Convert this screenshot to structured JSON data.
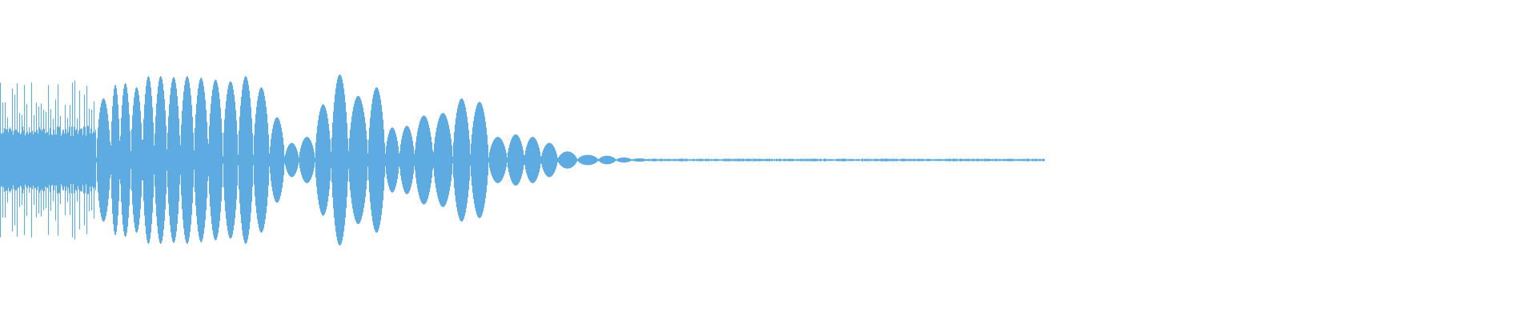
{
  "waveform": {
    "color": "#5dabe1",
    "background": "#ffffff",
    "duration": 1568,
    "dense_section_end": 98,
    "dense_peak": 0.95,
    "tail_end": 1065,
    "tail_amp": 0.012,
    "lobes": [
      {
        "t": 108,
        "amp": 0.72
      },
      {
        "t": 117,
        "amp": 0.88
      },
      {
        "t": 127,
        "amp": 0.9
      },
      {
        "t": 139,
        "amp": 0.85
      },
      {
        "t": 151,
        "amp": 0.98
      },
      {
        "t": 163,
        "amp": 0.98
      },
      {
        "t": 177,
        "amp": 0.97
      },
      {
        "t": 190,
        "amp": 0.98
      },
      {
        "t": 205,
        "amp": 0.96
      },
      {
        "t": 219,
        "amp": 0.94
      },
      {
        "t": 235,
        "amp": 0.92
      },
      {
        "t": 250,
        "amp": 0.98
      },
      {
        "t": 266,
        "amp": 0.85
      },
      {
        "t": 283,
        "amp": 0.5
      },
      {
        "t": 297,
        "amp": 0.2
      },
      {
        "t": 312,
        "amp": 0.27
      },
      {
        "t": 330,
        "amp": 0.65
      },
      {
        "t": 345,
        "amp": 1.0
      },
      {
        "t": 365,
        "amp": 0.75
      },
      {
        "t": 385,
        "amp": 0.85
      },
      {
        "t": 400,
        "amp": 0.38
      },
      {
        "t": 414,
        "amp": 0.4
      },
      {
        "t": 431,
        "amp": 0.52
      },
      {
        "t": 452,
        "amp": 0.55
      },
      {
        "t": 471,
        "amp": 0.72
      },
      {
        "t": 488,
        "amp": 0.68
      },
      {
        "t": 508,
        "amp": 0.27
      },
      {
        "t": 526,
        "amp": 0.3
      },
      {
        "t": 543,
        "amp": 0.27
      },
      {
        "t": 560,
        "amp": 0.2
      },
      {
        "t": 577,
        "amp": 0.1
      },
      {
        "t": 600,
        "amp": 0.06
      },
      {
        "t": 620,
        "amp": 0.05
      },
      {
        "t": 636,
        "amp": 0.03
      },
      {
        "t": 652,
        "amp": 0.02
      }
    ]
  }
}
